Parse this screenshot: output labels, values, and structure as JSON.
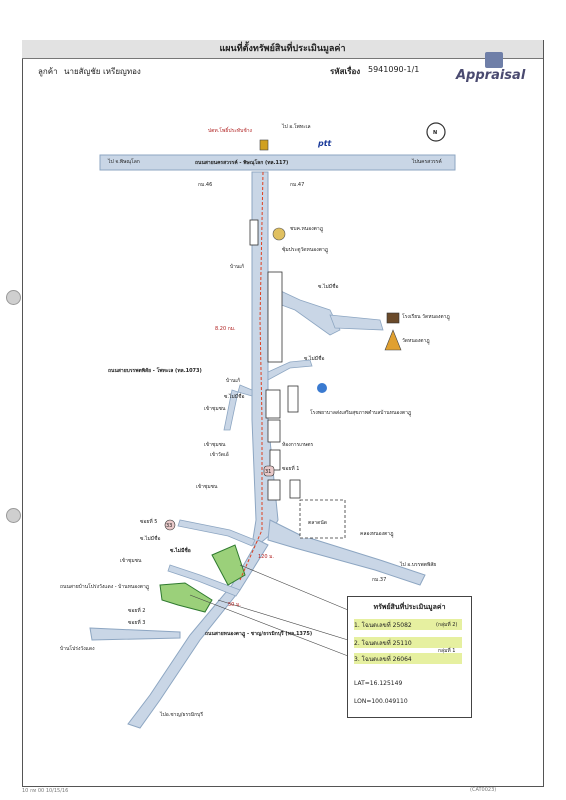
{
  "header": {
    "title": "แผนที่ตั้งทรัพย์สินที่ประเมินมูลค่า",
    "customer_label": "ลูกค้า",
    "customer_name": "นายสัญชัย เหรียญทอง",
    "ref_label": "รหัสเรื่อง",
    "ref_no": "5941090-1/1",
    "logo_text": "Appraisal"
  },
  "map": {
    "top_road": "ถนนสายนครสวรรค์ - พิษณุโลก (ทล.117)",
    "to_phitsanulok": "ไป จ.พิษณุโลก",
    "to_nakhonsawan": "ไปนครสวรรค์",
    "to_phopthale": "ไป อ.โพทะเล",
    "km_left": "กม.46",
    "km_right": "กม.47",
    "ptt": "ptt",
    "gas_station": "ปตท.โพธิ์ประทับช้าง",
    "police": "ชบค.หนองตาฎู",
    "temple_gate": "ซุ้มประตูวัดหนองตาฎู",
    "soi_left_1": "บ้านเก้",
    "soi_right_1": "ซ.ไม่มีชื่อ",
    "school": "โรงเรียน วัดหนองตาฎู",
    "temple": "วัดหนองตาฎู",
    "distance_1": "8.20 กม.",
    "main_road": "ถนนสายบรรพตพิสัย - โพทะเล (ทล.1073)",
    "soi_right_2": "ซ.ไม่มีชื่อ",
    "hospital": "โรงพยาบาลส่งเสริมสุขภาพตำบลบ้านหนองตาฎู",
    "soi_left_2": "บ้านเก้",
    "soi_left_3": "ซ.ไม่มีชื่อ",
    "soi_left_4": "เข้าชุมชน",
    "soi_left_5": "เข้าชุมชน",
    "soi_left_6": "เข้าวัดเอ้",
    "bank": "ห้องการเกษตร",
    "soi_right_3": "ซอยที่ 1",
    "soi_left_7": "เข้าชุมชน",
    "market": "ตลาดนัด",
    "canal": "คลองหนองตาฎู",
    "to_banphot": "ไป อ.บรรพตพิสัย",
    "km_bottom": "กม.37",
    "soi_left_8": "ซอยที่ 5",
    "soi_left_9": "ซ.ไม่มีชื่อ",
    "soi_left_10": "ซ.ไม่มีชื่อ",
    "soi_left_11": "เข้าชุมชน",
    "distance_2": "120 ม.",
    "distance_3": "50 ม.",
    "soi_left_12": "ถนนสายบ้านโปร่งวังแดง - บ้านหนองตาฎู",
    "soi_left_13": "ซอยที่ 2",
    "soi_left_14": "ซอยที่ 3",
    "to_pongwang": "บ้านโปร่งวังแดง",
    "bottom_road": "ถนนสายหนองตาฎู - ชาญ/ธรรมิกบุรี (ทล.1375)",
    "to_chaiyaphum": "ไปอ.ชาญ/ธรรมิกบุรี",
    "badge_31": "31",
    "badge_33": "33"
  },
  "legend": {
    "title": "ทรัพย์สินที่ประเมินมูลค่า",
    "items": [
      "1.  โฉนดเลขที่ 25082",
      "2.  โฉนดเลขที่ 25110",
      "3.  โฉนดเลขที่ 26064"
    ],
    "group_a": "(กลุ่มที่ 2)",
    "group_b": "กลุ่มที่ 1",
    "lat": "LAT=16.125149",
    "lon": "LON=100.049110"
  },
  "footer": {
    "left": "10 กท 00 10/15/16",
    "right": "(CAT0023)"
  },
  "colors": {
    "road": "#c9d6e6",
    "road_edge": "#8da6c2",
    "parcel": "#9bd07a",
    "route": "#e04020"
  }
}
